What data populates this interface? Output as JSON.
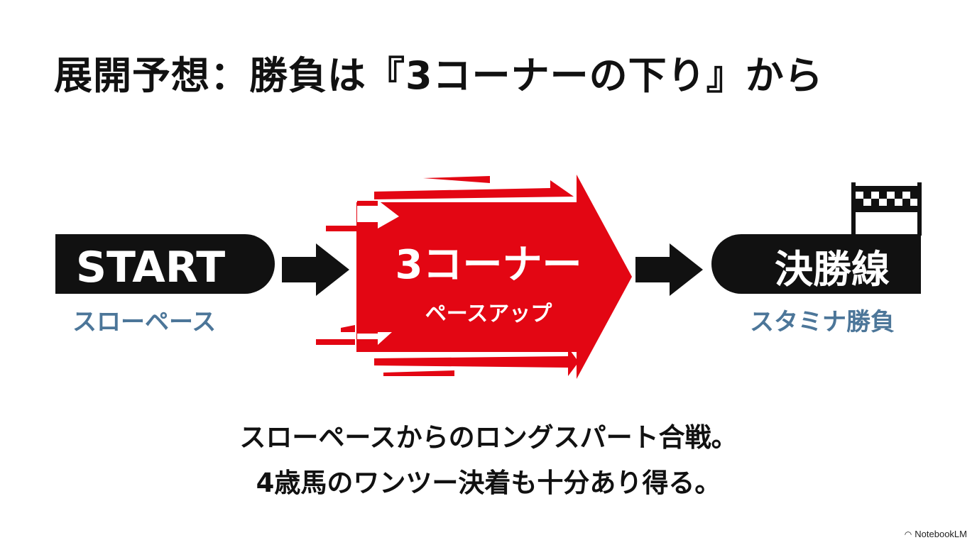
{
  "title": "展開予想：勝負は『3コーナーの下り』から",
  "start": {
    "label": "START",
    "sub": "スローペース"
  },
  "corner": {
    "label": "3コーナー",
    "sub": "ペースアップ"
  },
  "finish": {
    "label": "決勝線",
    "sub": "スタミナ勝負"
  },
  "summary": {
    "line1": "スローペースからのロングスパート合戦。",
    "line2": "4歳馬のワンツー決着も十分あり得る。"
  },
  "brand": "NotebookLM",
  "colors": {
    "red": "#e30613",
    "blue": "#4c7699",
    "black": "#111111"
  }
}
